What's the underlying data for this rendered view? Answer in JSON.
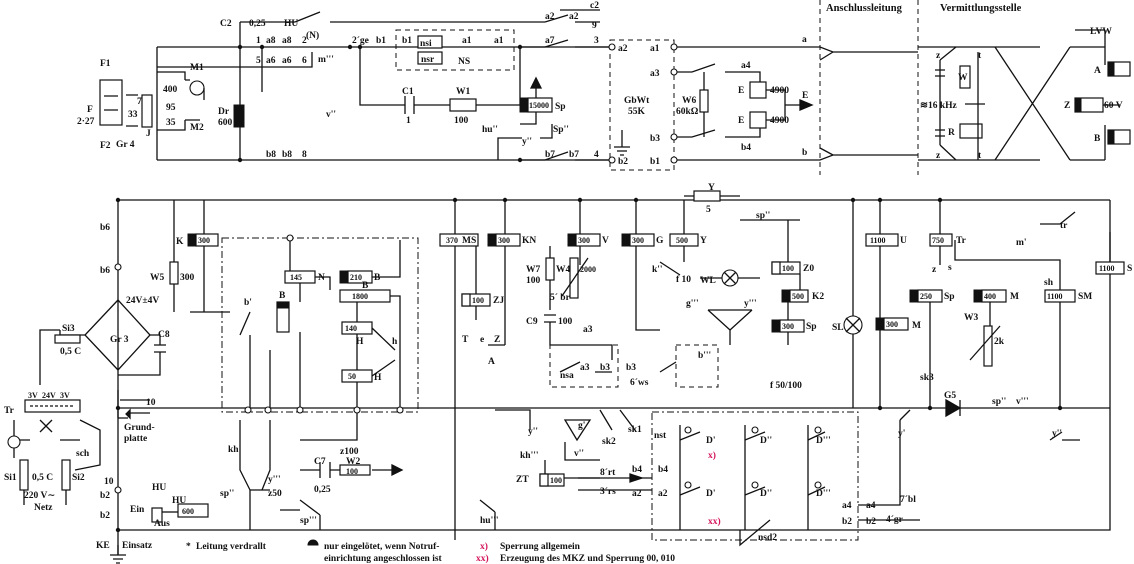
{
  "headers": {
    "line": "Anschlussleitung",
    "exchange": "Vermittlungsstelle"
  },
  "top": {
    "c2": "C2",
    "c2v": "0,25",
    "hu": "HU",
    "n": "(N)",
    "m3": "m'''",
    "v2": "v''",
    "ge": "2´ge",
    "b1": "b1",
    "b1b": "b1",
    "nsi": "nsi",
    "nsr": "nsr",
    "a1": "a1",
    "a1b": "a1",
    "ns": "NS",
    "c1": "C1",
    "c1v": "1",
    "w1": "W1",
    "w1v": "100",
    "sp": "Sp",
    "spv": "15000",
    "hu2": "hu''",
    "y2": "y''",
    "sp2": "Sp''",
    "a2": "a2",
    "a2b": "a2",
    "a7": "a7",
    "n9": "9",
    "n3": "3",
    "c2t": "c2",
    "b7": "b7",
    "b7b": "b7",
    "n4": "4",
    "oa2": "a2",
    "ob2": "b2",
    "oa1": "a1",
    "ob1": "b1",
    "oa3": "a3",
    "ob3": "b3",
    "oa4": "a4",
    "ob4": "b4",
    "gbwt": "GbWt",
    "gbwtv": "55K",
    "w6": "W6",
    "w6v": "60kΩ",
    "e1": "E",
    "e1v": "4900",
    "e2": "E",
    "e2v": "4900",
    "eout": "E",
    "la": "a",
    "lb": "b",
    "lvw": "LVW",
    "ra": "A",
    "rb": "B",
    "rz": "Z",
    "rzv": "60 V",
    "rw": "W",
    "rr": "R",
    "khz": "≋16 kHz",
    "mz1": "z",
    "mz2": "z",
    "mt1": "t",
    "mt2": "t",
    "f1": "F1",
    "f2": "F2",
    "fl": "F",
    "flv": "2·27",
    "gr4": "Gr 4",
    "j": "J",
    "v33": "33",
    "v400": "400",
    "v95": "95",
    "v35": "35",
    "m1": "M1",
    "m2": "M2",
    "dr": "Dr",
    "drv": "600",
    "a8": "a8",
    "a8b": "a8",
    "a6": "a6",
    "a6b": "a6",
    "b8": "b8",
    "b8b": "b8",
    "n1": "1",
    "n5": "5",
    "n6": "6",
    "n8": "8",
    "n7": "7",
    "n2": "2"
  },
  "left": {
    "b6a": "b6",
    "b6b": "b6",
    "volt": "24V±4V",
    "gr3": "Gr 3",
    "c8": "C8",
    "si3": "Si3",
    "si3v": "0,5 C",
    "w5": "W5",
    "w5v": "300",
    "k": "K",
    "kv": "300",
    "tr": "Tr",
    "v3a": "3V",
    "v24": "24V",
    "v3b": "3V",
    "sch": "sch",
    "si1": "Si1",
    "si2": "Si2",
    "siv": "0,5 C",
    "netz": "220 V∼",
    "netz2": "Netz",
    "grund": "Grund-",
    "grund2": "platte",
    "b2a": "b2",
    "b2b": "b2",
    "n10": "10",
    "n10b": "10",
    "hu": "HU",
    "hu1": "HU",
    "hu1v": "600",
    "ein": "Ein",
    "aus": "Aus",
    "ke": "KE",
    "einsatz": "Einsatz",
    "hu3": "hu'''"
  },
  "mid": {
    "n": "N",
    "nv": "145",
    "b": "B",
    "bv": "210",
    "bb": "B",
    "bbv": "1800",
    "bi": "b'",
    "bsmall": "B",
    "h1": "H",
    "h1v": "140",
    "h2": "H",
    "h2v": "50",
    "hsw": "h",
    "kh": "kh'",
    "sp1": "sp''",
    "y3": "y'''",
    "z50": "z50",
    "z100": "z100",
    "c7": "C7",
    "c7v": "0,25",
    "w2": "W2",
    "w2v": "100",
    "sp3": "sp'''",
    "ms": "MS",
    "msv": "370",
    "kn": "KN",
    "knv": "300",
    "zj": "ZJ",
    "zjv": "100",
    "w7": "W7",
    "w7v": "100",
    "v": "V",
    "vv": "300",
    "w4": "W4",
    "w4v": "2000",
    "br": "5´ br",
    "c9": "C9",
    "c9v": "100",
    "a3": "a3",
    "nsa": "nsa",
    "a3b": "a3",
    "b3": "b3",
    "b3b": "b3",
    "ws": "6´ws",
    "g": "G",
    "gv": "300",
    "k2": "k''",
    "f10": "f 10",
    "y": "Y",
    "yv": "500",
    "yt": "Y",
    "ytv": "5",
    "wl": "WL",
    "g3": "g'''",
    "y4": "y'''",
    "sp4": "sp''",
    "z0": "Z0",
    "z0v": "100",
    "k2r": "K2",
    "k2rv": "500",
    "spr": "Sp",
    "sprv": "300",
    "f50": "f 50/100",
    "t": "T",
    "a": "A",
    "e": "e",
    "zlbl": "Z",
    "b3c": "b'''",
    "u": "U",
    "uv": "1100",
    "sl": "SL",
    "m": "M",
    "mv": "300",
    "tr": "Tr",
    "trv": "750",
    "s": "s",
    "z": "z",
    "spb": "Sp",
    "spbv": "250",
    "mm": "M",
    "mmv": "400",
    "w3": "W3",
    "w3v": "2k",
    "sm": "SM",
    "smv": "1100",
    "sh": "sh",
    "mi": "m'",
    "tr2": "tr",
    "s2": "S",
    "s2v": "1100",
    "sk3": "sk3",
    "g5": "G5",
    "sp5": "sp''",
    "v3": "v'''",
    "y5": "y'",
    "y6": "y''",
    "kh3": "kh'''",
    "y7": "y''",
    "g2": "g'",
    "v4": "v''",
    "sk2": "sk2",
    "sk1": "sk1",
    "nst": "nst",
    "zt": "ZT",
    "ztv": "100",
    "rt": "8´rt",
    "rs": "3´rs",
    "b4": "b4",
    "b4b": "b4",
    "a2": "a2",
    "a2b": "a2",
    "d1": "D'",
    "d2": "D''",
    "d3": "D'''",
    "d4": "D'",
    "d5": "D''",
    "d6": "D'''",
    "x": "x)",
    "xx": "xx)",
    "a4": "a4",
    "a4b": "a4",
    "b2": "b2",
    "b2b": "b2",
    "bl": "7´bl",
    "gr": "4´gr",
    "nsd2": "nsd2"
  },
  "legend": {
    "twisted": "Leitung verdrallt",
    "soldered1": "nur eingelötet, wenn Notruf-",
    "soldered2": "einrichtung angeschlossen ist",
    "x": "x)",
    "xtxt": "Sperrung allgemein",
    "xx": "xx)",
    "xxtxt": "Erzeugung des MKZ und Sperrung 00, 010"
  }
}
